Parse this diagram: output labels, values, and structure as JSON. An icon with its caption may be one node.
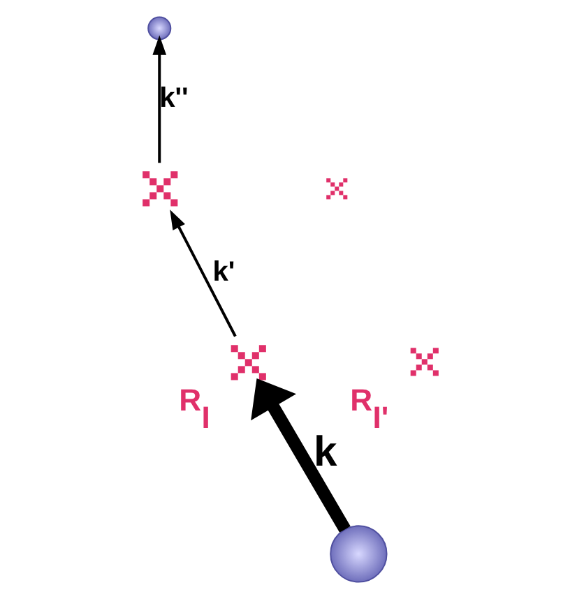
{
  "diagram": {
    "nodes": [
      {
        "text": [],
        "shape": "circle"
      },
      {
        "text": [],
        "shape": "cross"
      },
      {
        "text": [],
        "shape": "cross"
      },
      {
        "text": [],
        "shape": "cross",
        "beside": [
          "R$_{I}$"
        ]
      },
      {
        "text": [],
        "shape": "cross",
        "beside": [
          "R$_{I'}$"
        ]
      },
      {
        "text": [],
        "shape": "circle"
      }
    ],
    "edges": [
      {
        "from": 5,
        "to": 3,
        "arrow": "to",
        "label": "k",
        "style": "thick"
      },
      {
        "from": 3,
        "to": 1,
        "arrow": "to",
        "label": "k'"
      },
      {
        "from": 1,
        "to": 0,
        "arrow": "to",
        "label": "k''"
      }
    ]
  }
}
